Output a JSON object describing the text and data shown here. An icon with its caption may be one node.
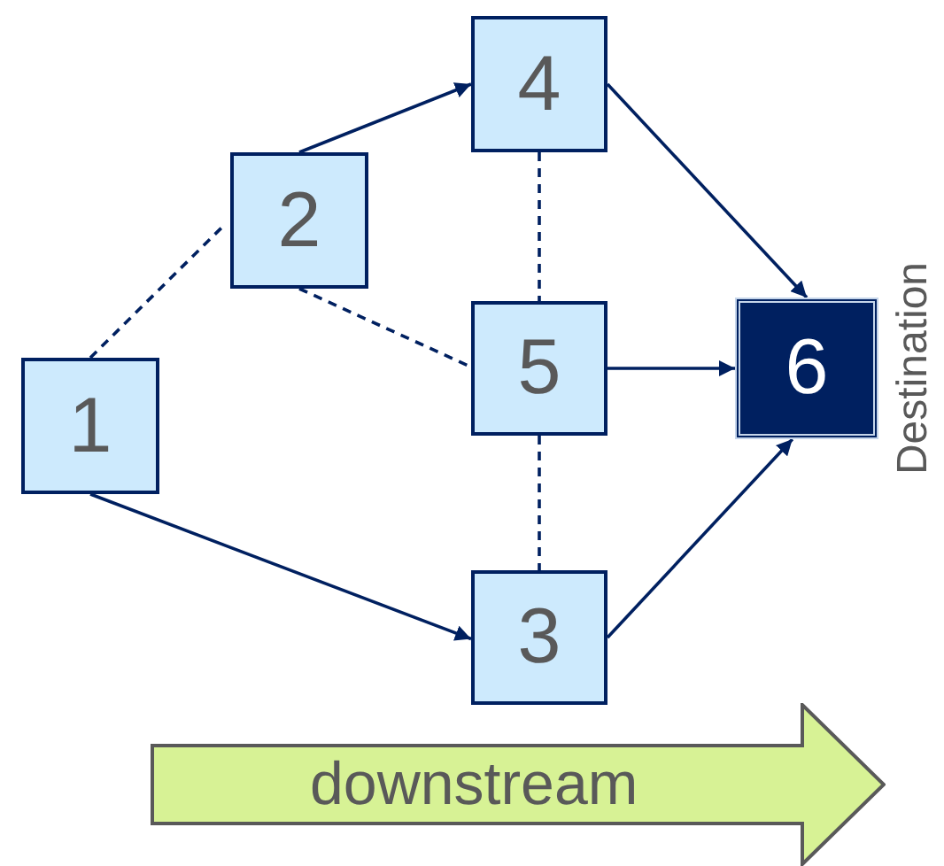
{
  "diagram": {
    "nodes": [
      {
        "text": [
          "1"
        ]
      },
      {
        "text": [
          "2"
        ]
      },
      {
        "text": [
          "3"
        ]
      },
      {
        "text": [
          "4"
        ]
      },
      {
        "text": [
          "5"
        ]
      },
      {
        "text": [
          "6"
        ],
        "beside": [
          "Destination"
        ]
      },
      {
        "text": [
          "downstream"
        ]
      }
    ],
    "edges": [
      {
        "from": 0,
        "to": 1,
        "arrow": "none",
        "style": "dashed"
      },
      {
        "from": 1,
        "to": 3,
        "arrow": "to"
      },
      {
        "from": 1,
        "to": 4,
        "arrow": "none",
        "style": "dashed"
      },
      {
        "from": 3,
        "to": 4,
        "arrow": "none",
        "style": "dashed"
      },
      {
        "from": 4,
        "to": 2,
        "arrow": "none",
        "style": "dashed"
      },
      {
        "from": 0,
        "to": 2,
        "arrow": "to"
      },
      {
        "from": 3,
        "to": 5,
        "arrow": "to"
      },
      {
        "from": 4,
        "to": 5,
        "arrow": "to"
      },
      {
        "from": 2,
        "to": 5,
        "arrow": "to"
      }
    ]
  }
}
